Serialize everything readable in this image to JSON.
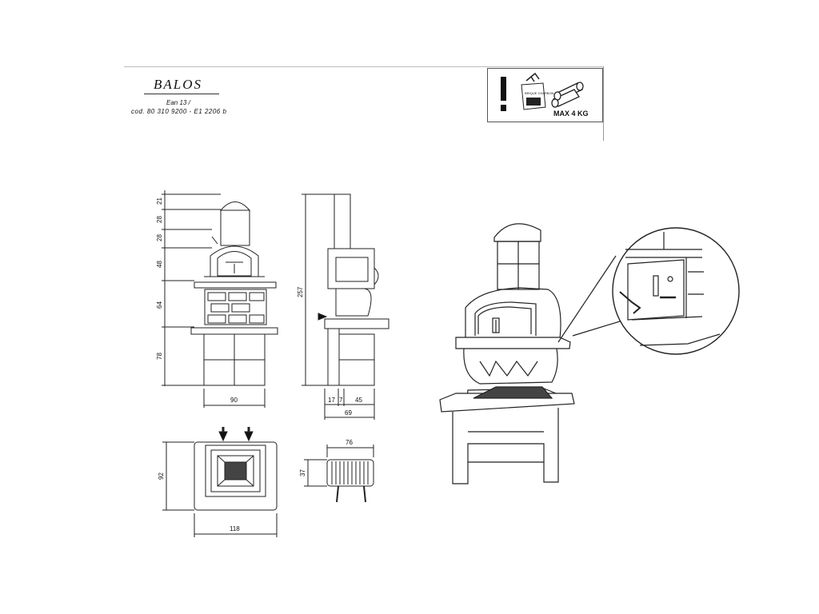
{
  "header": {
    "title": "BALOS",
    "ean": "Ean 13  /",
    "code": "cod. 80 310 9200 - E1 2206 b"
  },
  "warning_panel": {
    "icons": [
      "exclamation-icon",
      "charcoal-bag-icon",
      "firewood-icon"
    ],
    "bag_label": "BRIQUE CHARBON",
    "max_load": "MAX 4 KG"
  },
  "front_view": {
    "height_dims": [
      "21",
      "28",
      "28",
      "48",
      "64",
      "78"
    ],
    "width_dim": "90"
  },
  "side_view": {
    "total_height": "257",
    "depth_dims": [
      "17",
      "7",
      "45"
    ],
    "total_depth": "69"
  },
  "top_view": {
    "depth": "92",
    "width": "118"
  },
  "grill_detail": {
    "width": "76",
    "height": "37"
  }
}
